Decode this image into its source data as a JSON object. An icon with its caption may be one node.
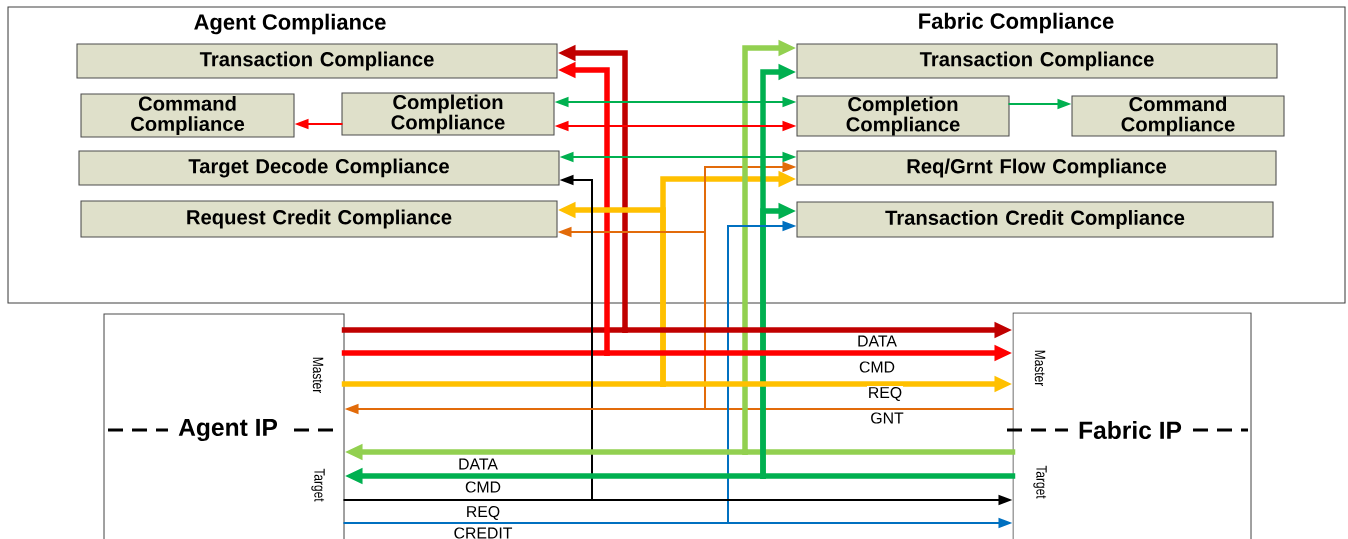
{
  "diagram": {
    "nodes": [
      {
        "text": [
          "Transaction Compliance"
        ]
      },
      {
        "text": [
          "Command Compliance"
        ]
      },
      {
        "text": [
          "Completion Compliance"
        ]
      },
      {
        "text": [
          "Target Decode Compliance"
        ]
      },
      {
        "text": [
          "Request Credit Compliance"
        ]
      },
      {
        "text": [
          "Transaction Compliance"
        ]
      },
      {
        "text": [
          "Completion Compliance"
        ]
      },
      {
        "text": [
          "Command Compliance"
        ]
      },
      {
        "text": [
          "Req/Grnt Flow Compliance"
        ]
      },
      {
        "text": [
          "Transaction Credit Compliance"
        ]
      },
      {
        "text": [
          "Agent IP",
          "Master",
          "Target"
        ]
      },
      {
        "text": [
          "Fabric IP",
          "Master",
          "Target"
        ]
      }
    ],
    "edges": [
      {
        "from": 10,
        "to": 11,
        "arrow": "to",
        "label": "DATA",
        "style": "thick",
        "color": "#c00000"
      },
      {
        "from": 10,
        "to": 11,
        "arrow": "to",
        "label": "CMD",
        "style": "thick",
        "color": "#ff0000"
      },
      {
        "from": 10,
        "to": 11,
        "arrow": "to",
        "label": "REQ",
        "style": "thick",
        "color": "#ffc000"
      },
      {
        "from": 11,
        "to": 10,
        "arrow": "to",
        "label": "GNT",
        "color": "#e26b0a"
      },
      {
        "from": 11,
        "to": 10,
        "arrow": "to",
        "label": "DATA",
        "style": "thick",
        "color": "#92d050"
      },
      {
        "from": 11,
        "to": 10,
        "arrow": "to",
        "label": "CMD",
        "style": "thick",
        "color": "#00b050"
      },
      {
        "from": 10,
        "to": 11,
        "arrow": "to",
        "label": "REQ",
        "color": "#000000"
      },
      {
        "from": 10,
        "to": 11,
        "arrow": "to",
        "label": "CREDIT",
        "color": "#0070c0"
      },
      {
        "from": 10,
        "to": 0,
        "arrow": "to",
        "style": "thick",
        "color": "#c00000"
      },
      {
        "from": 10,
        "to": 0,
        "arrow": "to",
        "style": "thick",
        "color": "#ff0000"
      },
      {
        "from": 10,
        "to": 8,
        "arrow": "to",
        "style": "thick",
        "color": "#ffc000"
      },
      {
        "from": 10,
        "to": 4,
        "arrow": "to",
        "style": "thick",
        "color": "#ffc000"
      },
      {
        "from": 11,
        "to": 8,
        "arrow": "to",
        "color": "#e26b0a"
      },
      {
        "from": 11,
        "to": 4,
        "arrow": "to",
        "color": "#e26b0a"
      },
      {
        "from": 11,
        "to": 5,
        "arrow": "to",
        "style": "thick",
        "color": "#92d050"
      },
      {
        "from": 11,
        "to": 5,
        "arrow": "to",
        "style": "thick",
        "color": "#00b050"
      },
      {
        "from": 11,
        "to": 9,
        "arrow": "to",
        "style": "thick",
        "color": "#00b050"
      },
      {
        "from": 10,
        "to": 3,
        "arrow": "to",
        "color": "#000000"
      },
      {
        "from": 10,
        "to": 9,
        "arrow": "to",
        "color": "#0070c0"
      },
      {
        "from": 2,
        "to": 6,
        "arrow": "both",
        "color": "#00b050"
      },
      {
        "from": 2,
        "to": 6,
        "arrow": "both",
        "color": "#ff0000"
      },
      {
        "from": 3,
        "to": 8,
        "arrow": "both",
        "color": "#00b050"
      },
      {
        "from": 2,
        "to": 1,
        "arrow": "to",
        "color": "#ff0000"
      },
      {
        "from": 6,
        "to": 7,
        "arrow": "to",
        "color": "#00b050"
      }
    ],
    "labels": [
      "Agent Compliance",
      "Fabric Compliance"
    ]
  }
}
